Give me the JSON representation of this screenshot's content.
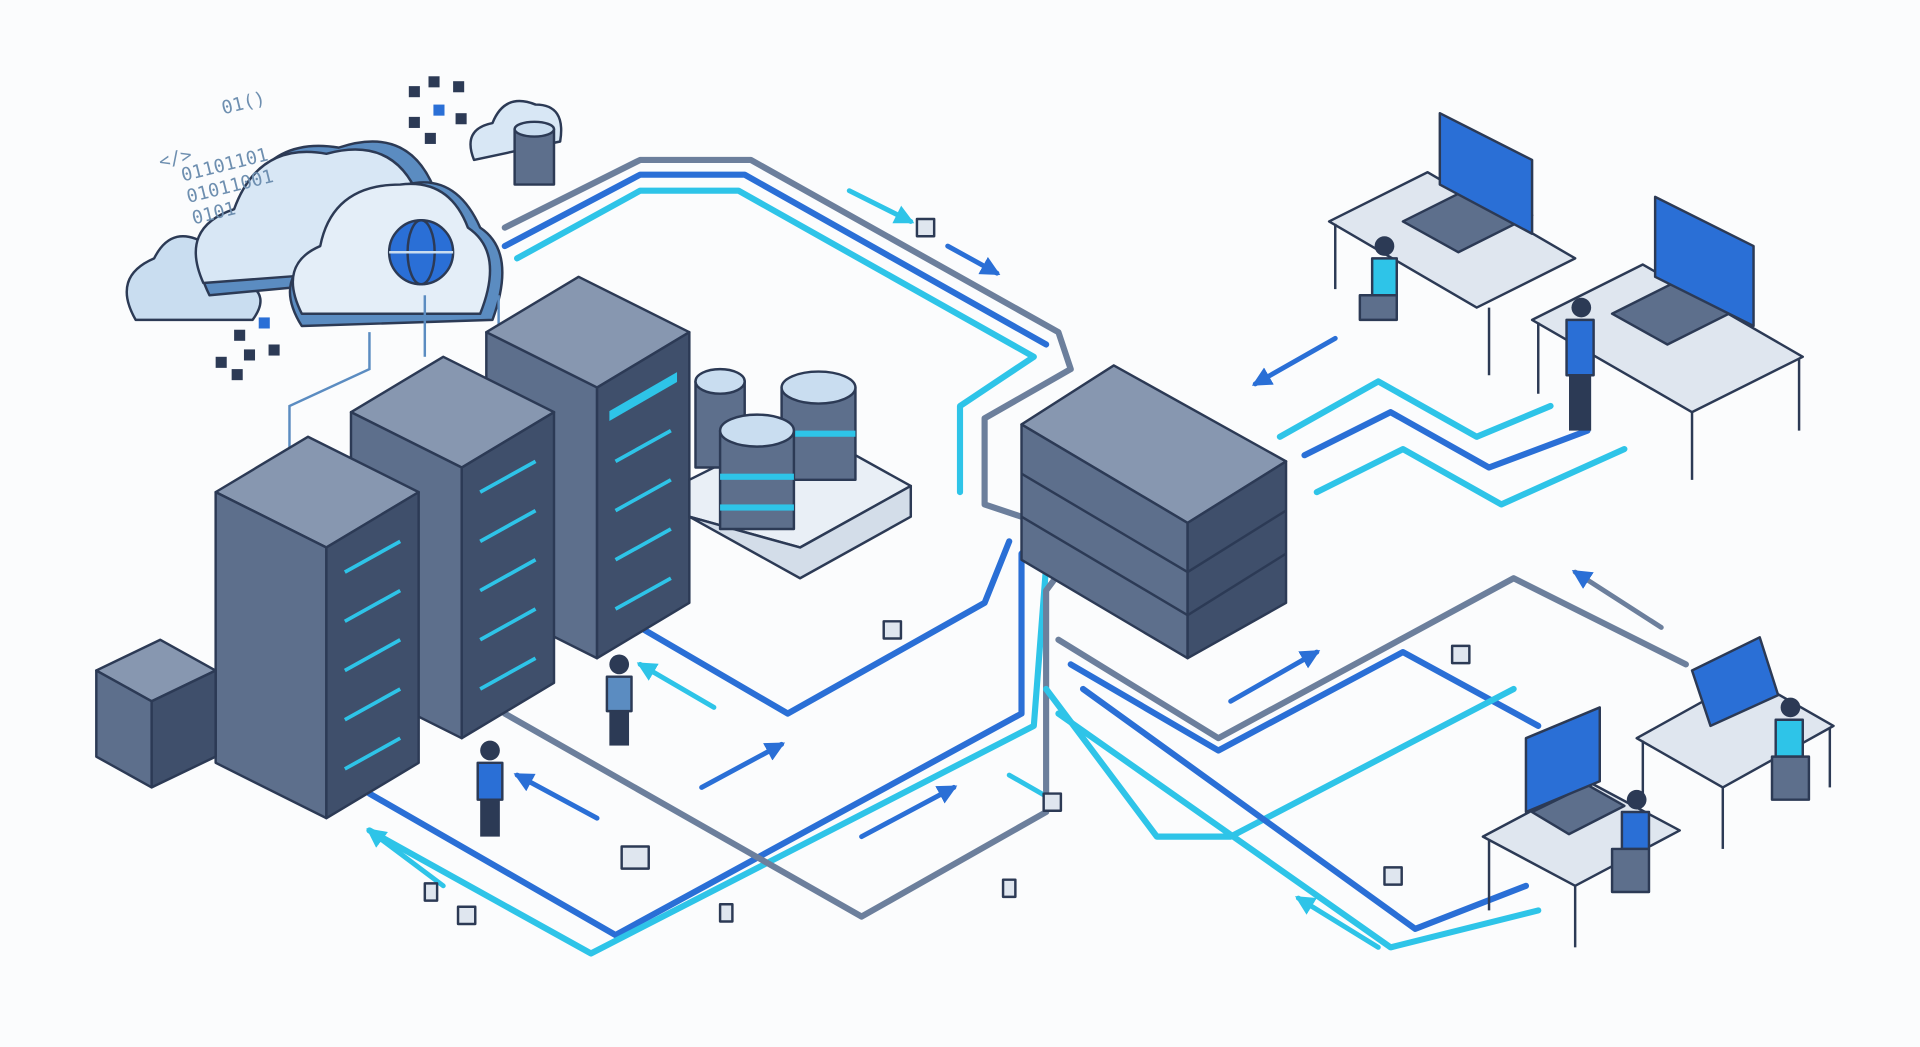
{
  "colors": {
    "background": "#fbfcfd",
    "outline": "#2c3a55",
    "server_body": "#5d6f8c",
    "server_light": "#8797b0",
    "cloud": "#c9ddf0",
    "cloud_dark": "#5b8cc1",
    "accent_cyan": "#2ec4e8",
    "accent_blue": "#2a6fd6",
    "wire_gray": "#6c7f9c",
    "desk": "#dfe6ef"
  },
  "code_glyphs": {
    "tag": "</>",
    "binary_top": "01()",
    "binary_1": "01101101",
    "binary_2": "01011001",
    "binary_3": "0101"
  },
  "scene": {
    "icons": [
      "cloud-icon",
      "globe-icon",
      "server-rack-icon",
      "database-icon",
      "network-switch-icon",
      "laptop-icon",
      "person-icon",
      "arrow-icon",
      "packet-icon"
    ]
  }
}
